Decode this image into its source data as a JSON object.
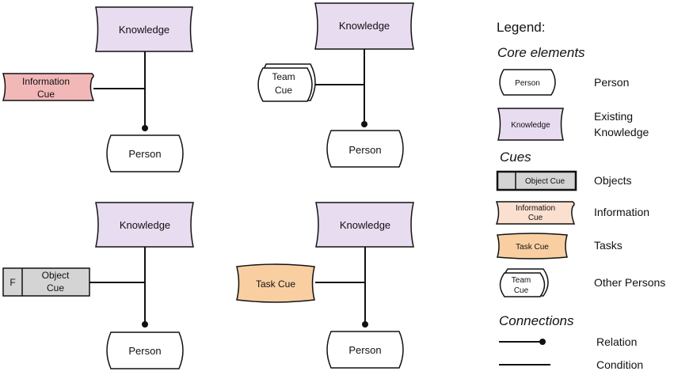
{
  "diagrams": [
    {
      "knowledge": "Knowledge",
      "cue_lines": [
        "Information",
        "Cue"
      ],
      "person": "Person"
    },
    {
      "knowledge": "Knowledge",
      "cue_lines": [
        "Team",
        "Cue"
      ],
      "person": "Person"
    },
    {
      "knowledge": "Knowledge",
      "cue_prefix": "F",
      "cue_lines": [
        "Object",
        "Cue"
      ],
      "person": "Person"
    },
    {
      "knowledge": "Knowledge",
      "cue_lines": [
        "Task Cue"
      ],
      "person": "Person"
    }
  ],
  "legend": {
    "title": "Legend:",
    "core_heading": "Core elements",
    "person_shape": "Person",
    "person_desc": "Person",
    "knowledge_shape": "Knowledge",
    "knowledge_desc_lines": [
      "Existing",
      "Knowledge"
    ],
    "cues_heading": "Cues",
    "object_shape": "Object Cue",
    "object_desc": "Objects",
    "information_shape_lines": [
      "Information",
      "Cue"
    ],
    "information_desc": "Information",
    "task_shape": "Task Cue",
    "task_desc": "Tasks",
    "team_shape_lines": [
      "Team",
      "Cue"
    ],
    "team_desc": "Other Persons",
    "connections_heading": "Connections",
    "relation_desc": "Relation",
    "condition_desc": "Condition"
  },
  "colors": {
    "knowledge_fill": "#e8dcf0",
    "information_fill": "#f2b8b8",
    "information_legend_fill": "#fbe0d0",
    "object_fill": "#d4d4d4",
    "task_fill": "#f9cfa2",
    "stroke": "#111111"
  }
}
